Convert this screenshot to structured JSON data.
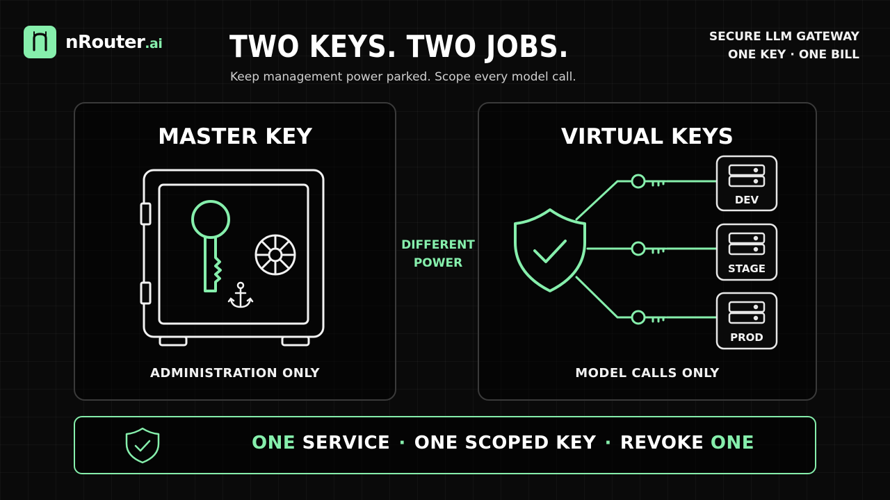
{
  "brand": {
    "name": "nRouter",
    "suffix": ".ai",
    "logo_letter": "n"
  },
  "header": {
    "title": "TWO KEYS. TWO JOBS.",
    "subtitle": "Keep management power parked. Scope every model call.",
    "tagline_line1": "SECURE LLM GATEWAY",
    "tagline_part1": "ONE KEY",
    "tagline_sep": "·",
    "tagline_part2": "ONE BILL"
  },
  "master": {
    "title": "MASTER KEY",
    "caption": "ADMINISTRATION ONLY",
    "icons": [
      "safe-icon",
      "key-icon",
      "dial-icon",
      "anchor-icon"
    ]
  },
  "comparison": {
    "line1": "DIFFERENT",
    "line2": "POWER"
  },
  "virtual": {
    "title": "VIRTUAL KEYS",
    "caption": "MODEL CALLS ONLY",
    "environments": [
      "DEV",
      "STAGE",
      "PROD"
    ],
    "icons": [
      "shield-check-icon",
      "key-icon",
      "server-icon"
    ]
  },
  "footer": {
    "part1_accent": "ONE",
    "part1_rest": " SERVICE",
    "sep": "·",
    "part2": "ONE SCOPED KEY",
    "part3_rest": "REVOKE ",
    "part3_accent": "ONE"
  },
  "colors": {
    "accent": "#86efac",
    "background": "#0a0a0a",
    "panel_border": "#3a3a3a"
  }
}
